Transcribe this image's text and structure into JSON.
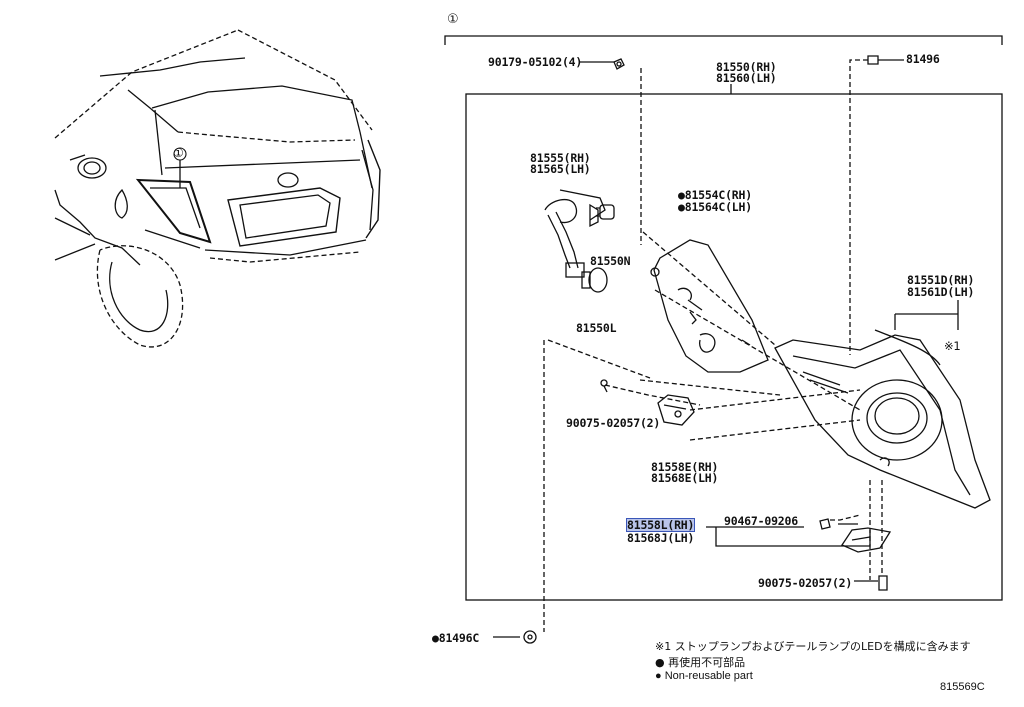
{
  "callout_marker": "①",
  "parts": {
    "screw_top": "90179-05102(4)",
    "lamp_assy_rh": "81550(RH)",
    "lamp_assy_lh": "81560(LH)",
    "clip_top": "81496",
    "socket_rh": "81555(RH)",
    "socket_lh": "81565(LH)",
    "bulb_n": "81550N",
    "bulb_l": "81550L",
    "cover_rh": "●81554C(RH)",
    "cover_lh": "●81564C(LH)",
    "lens_rh": "81551D(RH)",
    "lens_lh": "81561D(LH)",
    "lens_note": "※1",
    "screw_mid": "90075-02057(2)",
    "bracket_e_rh": "81558E(RH)",
    "bracket_e_lh": "81568E(LH)",
    "bracket_l_rh": "81558L(RH)",
    "bracket_j_lh": "81568J(LH)",
    "nut": "90467-09206",
    "screw_bot": "90075-02057(2)",
    "clip_bot": "●81496C"
  },
  "notes": {
    "line1": "※1 ストップランプおよびテールランプのLEDを構成に含みます",
    "line2": "● 再使用不可部品",
    "line3": "● Non-reusable part"
  },
  "diagram_id": "815569C"
}
